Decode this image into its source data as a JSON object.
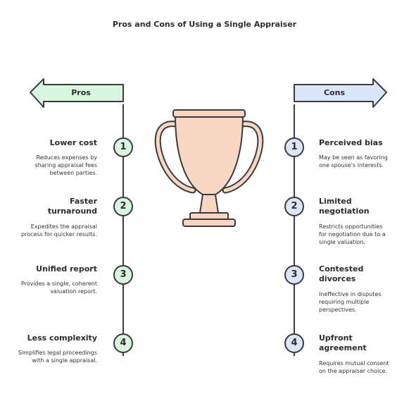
{
  "title": "Pros and Cons of Using a Single Appraiser",
  "colors": {
    "pros_fill": "#d8f5df",
    "cons_fill": "#dce6fb",
    "trophy_fill": "#f7d6c4",
    "stroke": "#3b3b3b"
  },
  "pros": {
    "label": "Pros",
    "items": [
      {
        "num": "1",
        "title": "Lower cost",
        "desc": "Reduces expenses by sharing appraisal fees between parties."
      },
      {
        "num": "2",
        "title": "Faster turnaround",
        "desc": "Expedites the appraisal process for quicker results."
      },
      {
        "num": "3",
        "title": "Unified report",
        "desc": "Provides a single, coherent valuation report."
      },
      {
        "num": "4",
        "title": "Less complexity",
        "desc": "Simplifies legal proceedings with a single appraisal."
      }
    ]
  },
  "cons": {
    "label": "Cons",
    "items": [
      {
        "num": "1",
        "title": "Perceived bias",
        "desc": "May be seen as favoring one spouse's interests."
      },
      {
        "num": "2",
        "title": "Limited negotiation",
        "desc": "Restricts opportunities for negotiation due to a single valuation."
      },
      {
        "num": "3",
        "title": "Contested divorces",
        "desc": "Ineffective in disputes requiring multiple perspectives."
      },
      {
        "num": "4",
        "title": "Upfront agreement",
        "desc": "Requires mutual consent on the appraiser choice."
      }
    ]
  },
  "icons": {
    "centerpiece": "trophy-icon"
  }
}
